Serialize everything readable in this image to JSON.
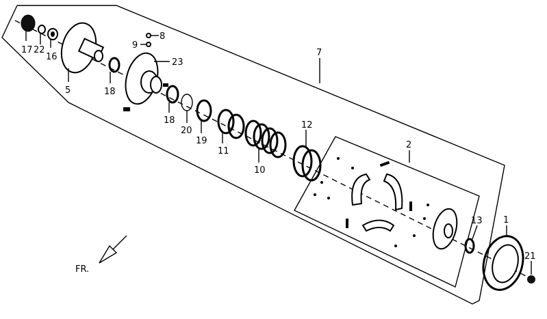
{
  "diagram": {
    "type": "exploded-parts-view",
    "part_labels": {
      "p17": "17",
      "p22": "22",
      "p16": "16",
      "p5": "5",
      "p18a": "18",
      "p9": "9",
      "p8": "8",
      "p23": "23",
      "p18b": "18",
      "p20": "20",
      "p19": "19",
      "p11": "11",
      "p10": "10",
      "p12": "12",
      "p7": "7",
      "p2": "2",
      "p13": "13",
      "p1": "1",
      "p21": "21"
    },
    "direction_label": "FR."
  }
}
